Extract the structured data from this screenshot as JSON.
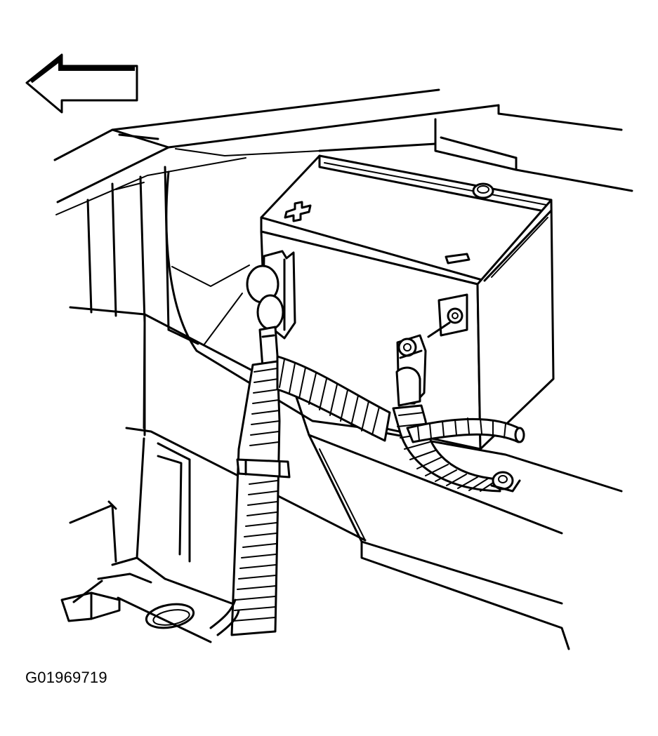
{
  "figure": {
    "figure_id": "G01969719",
    "line_color": "#000000",
    "background_color": "#ffffff",
    "parts": {
      "arrow": "direction-arrow-left",
      "battery": "battery",
      "positive_terminal": "positive-terminal-plus-symbol",
      "negative_terminal": "negative-terminal-minus-symbol",
      "vent_cap": "battery-vent-cap",
      "positive_cable": "positive-cable-harness",
      "negative_cable": "negative-cable-harness",
      "ground_bolt": "ground-bolt",
      "cable_clip": "cable-retaining-clip"
    }
  }
}
